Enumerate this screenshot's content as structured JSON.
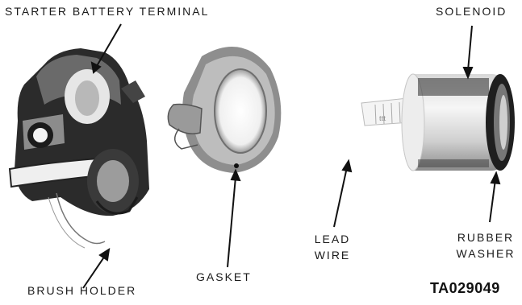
{
  "labels": {
    "starter_battery_terminal": "STARTER BATTERY TERMINAL",
    "solenoid": "SOLENOID",
    "gasket": "GASKET",
    "brush_holder": "BRUSH HOLDER",
    "lead": "LEAD",
    "wire": "WIRE",
    "rubber": "RUBBER",
    "washer": "WASHER"
  },
  "figure_id": "TA029049",
  "colors": {
    "ink": "#111111",
    "label": "#1a1a1a"
  }
}
